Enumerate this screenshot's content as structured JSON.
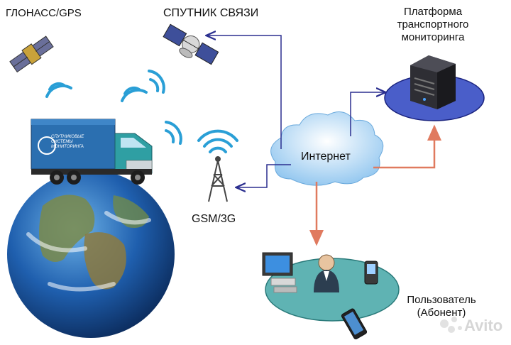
{
  "labels": {
    "glonass": "ГЛОНАСС/GPS",
    "satellite": "СПУТНИК СВЯЗИ",
    "platform_line1": "Платформа",
    "platform_line2": "транспортного",
    "platform_line3": "мониторинга",
    "internet": "Интернет",
    "gsm": "GSM/3G",
    "user_line1": "Пользователь",
    "user_line2": "(Абонент)"
  },
  "truck": {
    "logo_line1": "СПУТНИКОВЫЕ",
    "logo_line2": "СИСТЕМЫ",
    "logo_line3": "МОНИТОРИНГА"
  },
  "watermark": "Avito",
  "colors": {
    "arrow_blue": "#2b2f8f",
    "arrow_orange": "#e07a5f",
    "disk_blue": "#4a5ec9",
    "disk_teal": "#5fb3b3",
    "signal_blue": "#2a9fd6"
  }
}
